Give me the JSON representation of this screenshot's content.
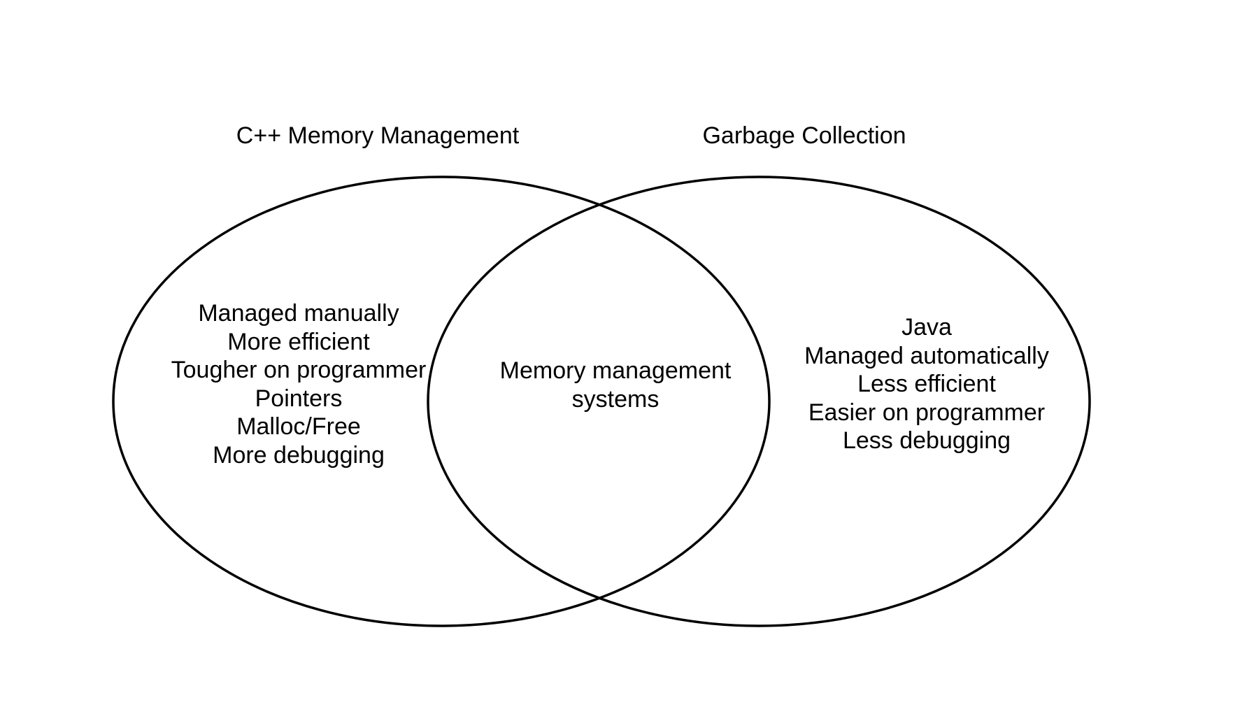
{
  "diagram": {
    "left_set": {
      "title": "C++ Memory Management",
      "items": [
        "Managed manually",
        "More efficient",
        "Tougher on programmer",
        "Pointers",
        "Malloc/Free",
        "More debugging"
      ]
    },
    "intersection": {
      "items": [
        "Memory management",
        "systems"
      ]
    },
    "right_set": {
      "title": "Garbage Collection",
      "items": [
        "Java",
        "Managed automatically",
        "Less efficient",
        "Easier on programmer",
        "Less debugging"
      ]
    },
    "colors": {
      "stroke": "#000000",
      "background": "#ffffff"
    }
  }
}
